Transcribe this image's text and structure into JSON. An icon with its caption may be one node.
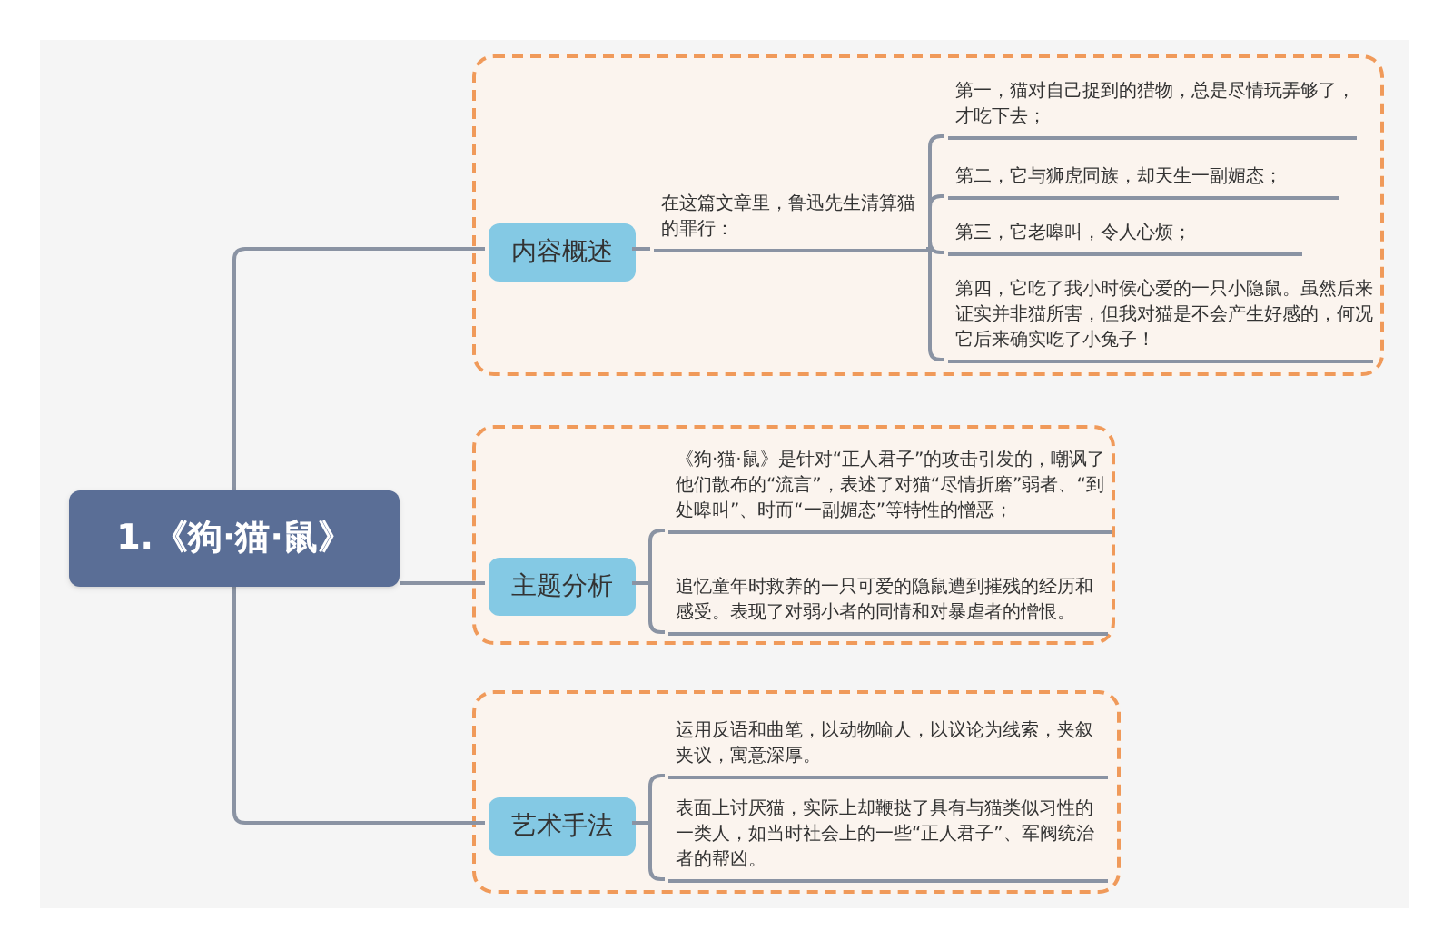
{
  "diagram": {
    "nodes": [
      {
        "text": [
          "1.《狗·猫·鼠》"
        ]
      },
      {
        "text": [],
        "shape": "box"
      },
      {
        "text": [
          "内容概述"
        ],
        "in": 1
      },
      {
        "text": [
          "在这篇文章里，鲁迅先生清算猫的罪行："
        ],
        "in": 1
      },
      {
        "text": [
          "第一，猫对自己捉到的猎物，总是尽情玩弄够了，才吃下去；"
        ],
        "in": 1
      },
      {
        "text": [
          "第二，它与狮虎同族，却天生一副媚态；"
        ],
        "in": 1
      },
      {
        "text": [
          "第三，它老嗥叫，令人心烦；"
        ],
        "in": 1
      },
      {
        "text": [
          "第四，它吃了我小时侯心爱的一只小隐鼠。虽然后来证实并非猫所害，但我对猫是不会产生好感的，何况它后来确实吃了小兔子！"
        ],
        "in": 1
      },
      {
        "text": [],
        "shape": "box"
      },
      {
        "text": [
          "主题分析"
        ],
        "in": 8
      },
      {
        "text": [
          "《狗·猫·鼠》是针对“正人君子”的攻击引发的，嘲讽了他们散布的“流言”，表述了对猫“尽情折磨”弱者、“到处嗥叫”、时而“一副媚态”等特性的憎恶；"
        ],
        "in": 8
      },
      {
        "text": [
          "追忆童年时救养的一只可爱的隐鼠遭到摧残的经历和感受。表现了对弱小者的同情和对暴虐者的憎恨。"
        ],
        "in": 8
      },
      {
        "text": [],
        "shape": "box"
      },
      {
        "text": [
          "艺术手法"
        ],
        "in": 12
      },
      {
        "text": [
          "运用反语和曲笔，以动物喻人，以议论为线索，夹叙夹议，寓意深厚。"
        ],
        "in": 12
      },
      {
        "text": [
          "表面上讨厌猫，实际上却鞭挞了具有与猫类似习性的一类人，如当时社会上的一些“正人君子”、军阀统治者的帮凶。"
        ],
        "in": 12
      }
    ],
    "edges": [
      {
        "from": 0,
        "to": 2,
        "arrow": "none"
      },
      {
        "from": 0,
        "to": 9,
        "arrow": "none"
      },
      {
        "from": 0,
        "to": 13,
        "arrow": "none"
      },
      {
        "from": 2,
        "to": 3,
        "arrow": "none"
      },
      {
        "from": 3,
        "to": 4,
        "arrow": "none"
      },
      {
        "from": 3,
        "to": 5,
        "arrow": "none"
      },
      {
        "from": 3,
        "to": 6,
        "arrow": "none"
      },
      {
        "from": 3,
        "to": 7,
        "arrow": "none"
      },
      {
        "from": 9,
        "to": 10,
        "arrow": "none"
      },
      {
        "from": 9,
        "to": 11,
        "arrow": "none"
      },
      {
        "from": 13,
        "to": 14,
        "arrow": "none"
      },
      {
        "from": 13,
        "to": 15,
        "arrow": "none"
      }
    ]
  }
}
